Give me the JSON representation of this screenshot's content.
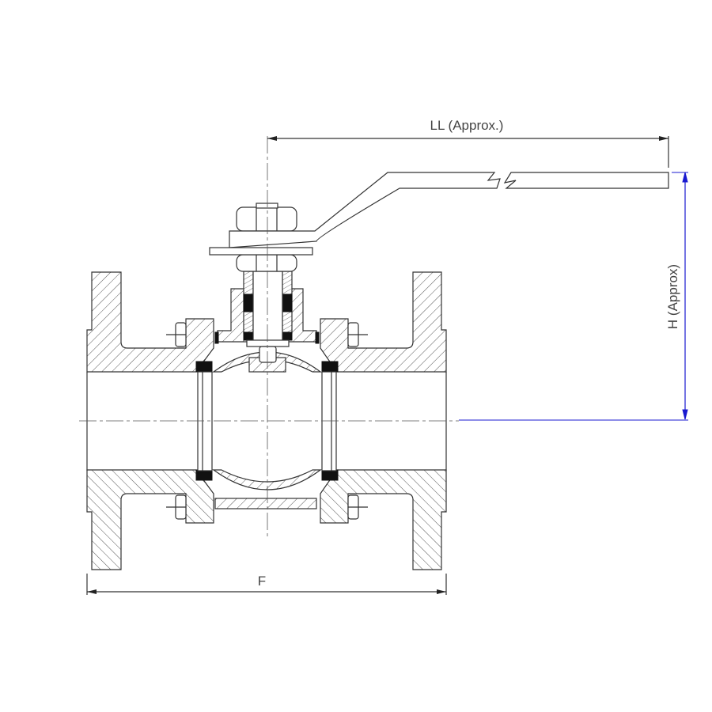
{
  "drawing": {
    "dimensions": {
      "handle_length_label": "LL (Approx.)",
      "height_label": "H (Approx)",
      "face_to_face_label": "F"
    },
    "colors": {
      "line": "#333333",
      "dimension_blue": "#1a1ad0",
      "seal": "#111111"
    }
  }
}
